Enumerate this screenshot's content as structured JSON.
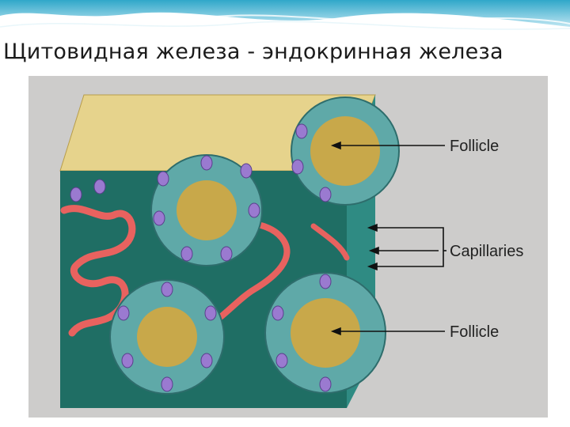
{
  "slide": {
    "title": "Щитовидная железа - эндокринная железа"
  },
  "figure": {
    "labels": {
      "follicle_top": "Follicle",
      "capillaries": "Capillaries",
      "follicle_bottom": "Follicle"
    },
    "colors": {
      "background": "#cdcccb",
      "colloid": "#c8a84a",
      "cell": "#5fa9a8",
      "nucleus": "#9a7ad0",
      "capillary": "#e8625f",
      "tissue_dark": "#1f6e64",
      "cube_top": "#e7d58f"
    }
  }
}
